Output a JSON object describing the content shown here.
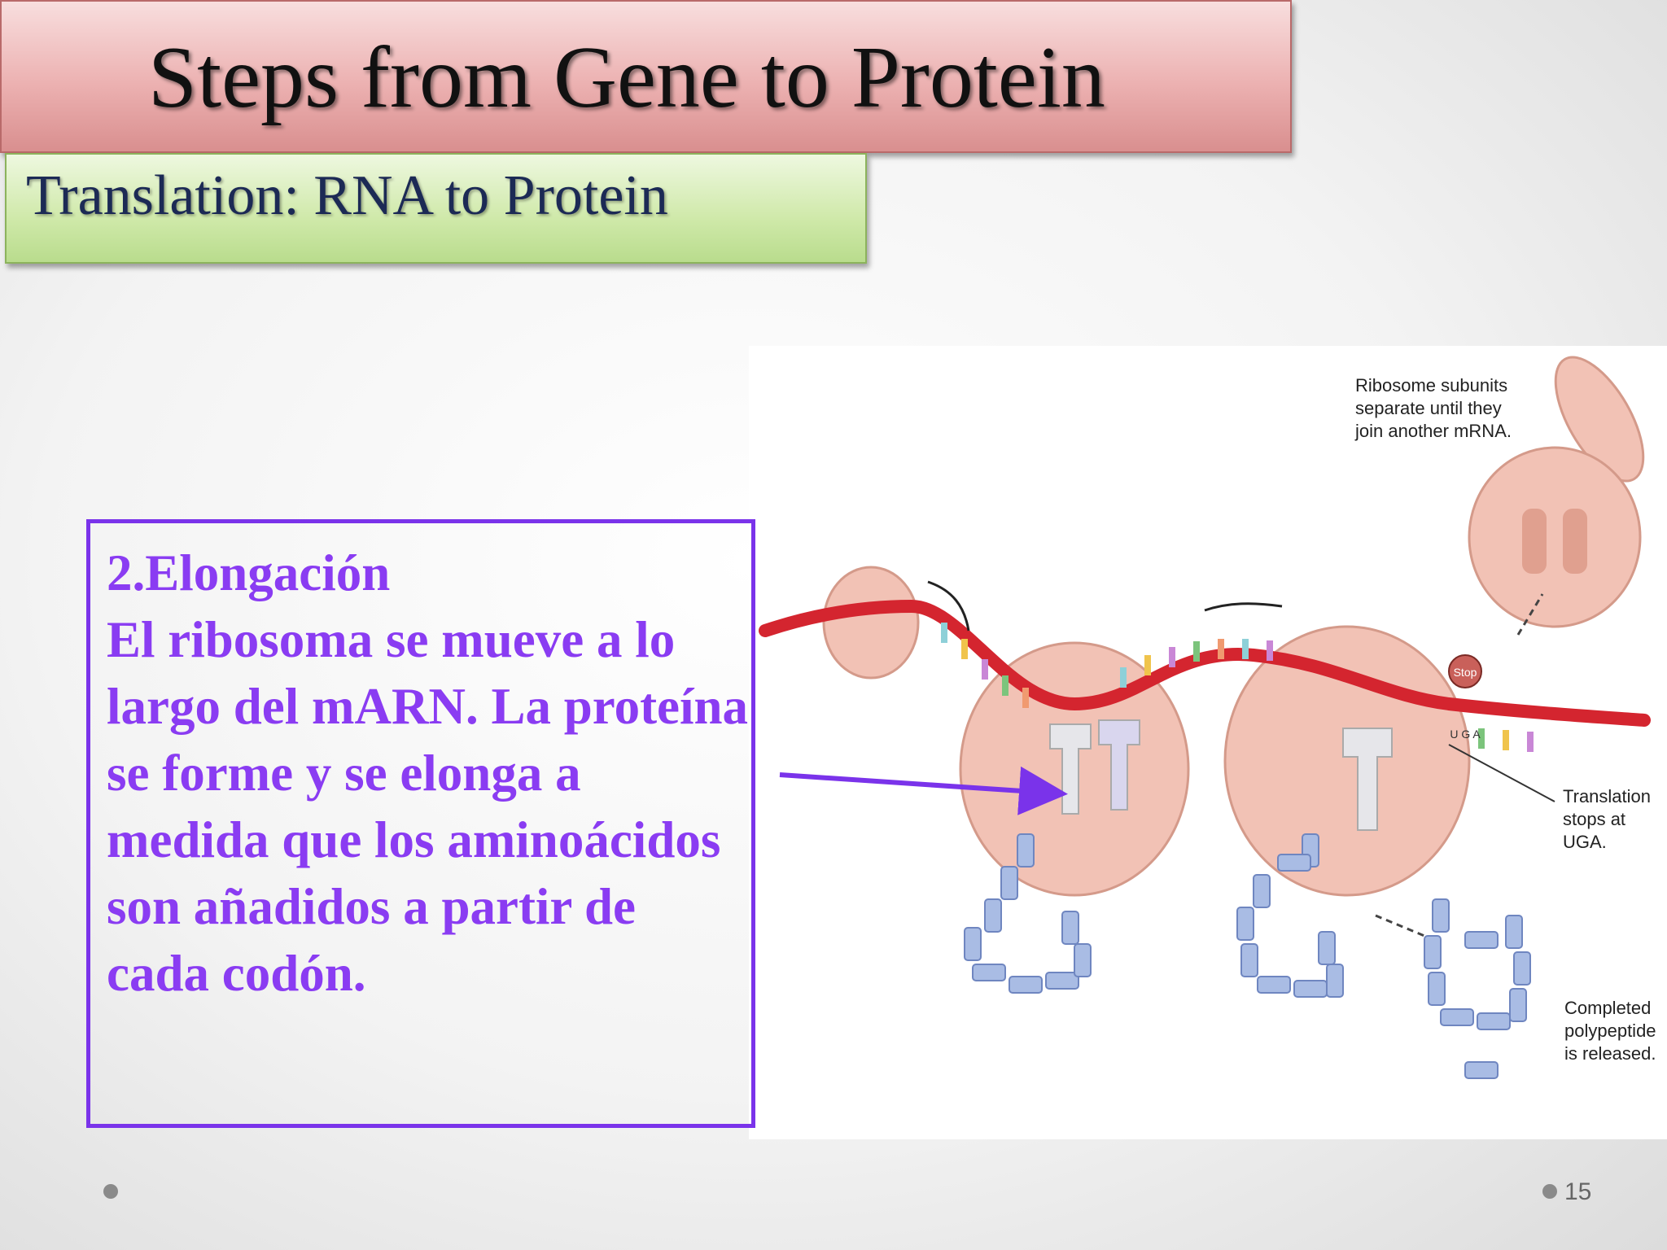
{
  "slide": {
    "title": "Steps from Gene to Protein",
    "subtitle": "Translation: RNA to Protein",
    "page_number": "15"
  },
  "textbox": {
    "text": "2.Elongación\n El ribosoma se mueve a lo largo del mARN. La proteína se forme y se elonga a medida que los aminoácidos son añadidos a partir de cada codón."
  },
  "figure": {
    "label_ribosome_subunits": "Ribosome subunits\nseparate until they\njoin another mRNA.",
    "label_translation_stops": "Translation\nstops at UGA.",
    "label_completed": "Completed\npolypeptide\nis released.",
    "stop_label": "Stop",
    "codon_label": "U G A"
  },
  "colors": {
    "title_bar": "#ecb1b1",
    "subtitle_bar": "#cfe9a9",
    "text_purple": "#8a3cf2",
    "box_border": "#7a33ea",
    "mrna_red": "#d4252f",
    "ribosome": "#f2c2b5",
    "polypeptide": "#a9bce4"
  }
}
